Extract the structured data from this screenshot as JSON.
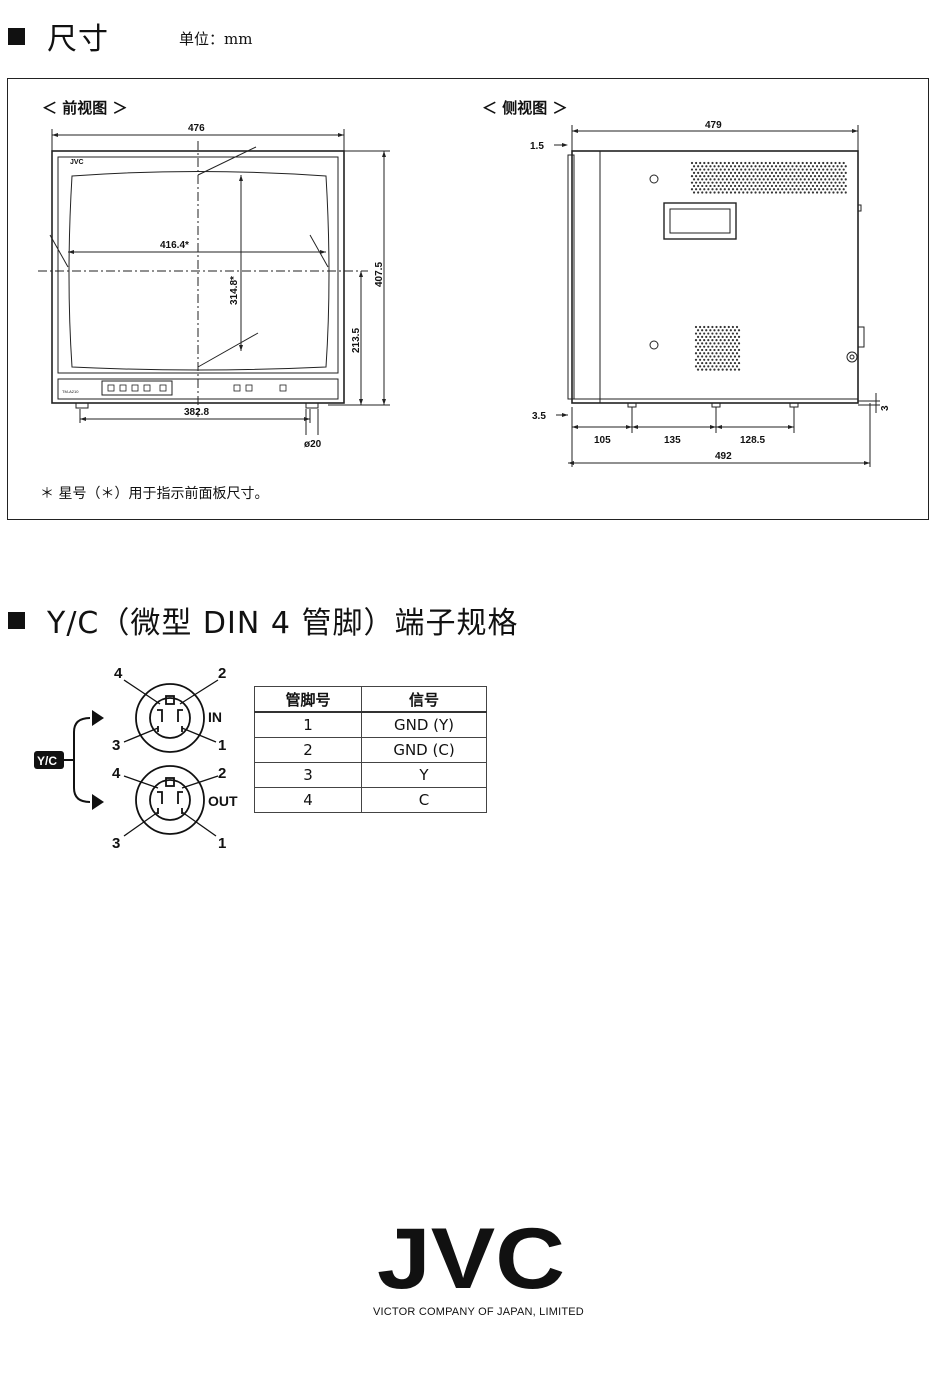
{
  "section1": {
    "title": "尺寸",
    "unit": "单位：mm"
  },
  "front_view": {
    "label": "＜ 前视图 ＞",
    "brand": "JVC",
    "model": "TM-A210",
    "dims": {
      "width": "476",
      "screen_w": "416.4*",
      "screen_h": "314.8*",
      "height": "407.5",
      "center": "213.5",
      "foot_span": "382.8",
      "foot_dia": "ø20"
    }
  },
  "side_view": {
    "label": "＜ 侧视图 ＞",
    "dims": {
      "depth": "479",
      "front_offset": "1.5",
      "bottom_offset": "3.5",
      "rear_offset": "3",
      "foot1": "105",
      "foot2": "135",
      "foot3": "128.5",
      "total": "492"
    }
  },
  "note": "＊ 星号（＊）用于指示前面板尺寸。",
  "section2": {
    "title": "Y/C（微型 DIN 4 管脚）端子规格"
  },
  "connector": {
    "tag": "Y/C",
    "in_label": "IN",
    "out_label": "OUT",
    "pin_labels": [
      "1",
      "2",
      "3",
      "4"
    ]
  },
  "pin_table": {
    "headers": [
      "管脚号",
      "信号"
    ],
    "rows": [
      {
        "pin": "1",
        "signal": "GND (Y)"
      },
      {
        "pin": "2",
        "signal": "GND (C)"
      },
      {
        "pin": "3",
        "signal": "Y"
      },
      {
        "pin": "4",
        "signal": "C"
      }
    ]
  },
  "footer": {
    "logo": "JVC",
    "company": "VICTOR COMPANY OF JAPAN, LIMITED"
  }
}
